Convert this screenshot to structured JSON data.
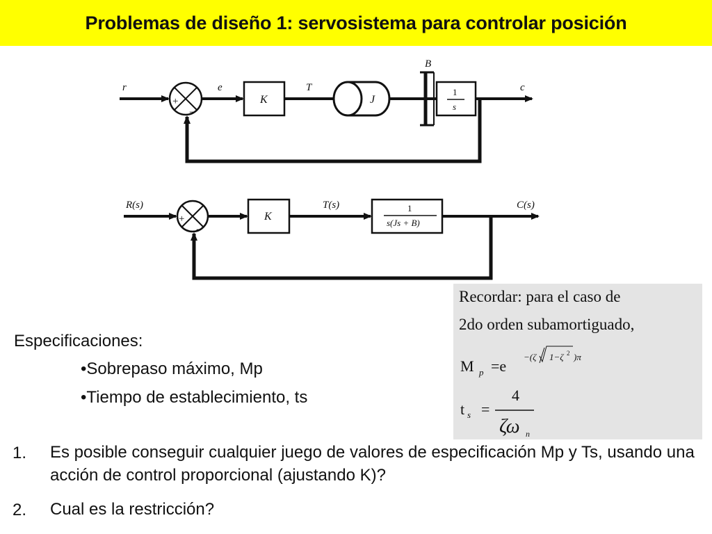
{
  "title": "Problemas de diseño 1: servosistema para controlar posición",
  "diagram1": {
    "input": "r",
    "error": "e",
    "gain": "K",
    "torque": "T",
    "inertia": "J",
    "damper": "B",
    "integrator_num": "1",
    "integrator_den": "s",
    "output": "c",
    "plus": "+",
    "minus": "−"
  },
  "diagram2": {
    "input": "R(s)",
    "gain": "K",
    "torque": "T(s)",
    "tf_num": "1",
    "tf_den": "s(Js + B)",
    "output": "C(s)",
    "plus": "+",
    "minus": "−"
  },
  "reminder": {
    "line1": "Recordar: para el caso de",
    "line2": "2do orden subamortiguado,",
    "mp_lhs": "M",
    "mp_sub": "p",
    "mp_eq": "=e",
    "mp_exp": "−(ζ",
    "mp_exp_root": "1−ζ",
    "mp_exp_sq": "2",
    "mp_exp_end": ")π",
    "ts_lhs": "t",
    "ts_sub": "s",
    "ts_eq": "=",
    "ts_num": "4",
    "ts_den": "ζω",
    "ts_den_sub": "n"
  },
  "specs": {
    "heading": "Especificaciones:",
    "items": [
      "•Sobrepaso máximo, Mp",
      "•Tiempo de establecimiento, ts"
    ]
  },
  "questions": [
    {
      "number": "1.",
      "text": "Es posible conseguir cualquier juego de valores de especificación Mp y Ts, usando una acción de control proporcional (ajustando K)?"
    },
    {
      "number": "2.",
      "text": "Cual es la restricción?"
    }
  ]
}
